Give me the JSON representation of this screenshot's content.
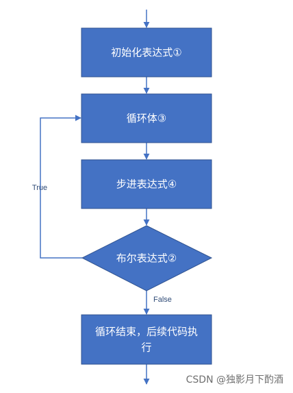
{
  "colors": {
    "box_fill": "#4472C4",
    "box_stroke": "#2F528F",
    "arrow": "#4472C4",
    "box_text": "#ffffff",
    "edge_label": "#2e4a76"
  },
  "nodes": {
    "init": "初始化表达式①",
    "body": "循环体③",
    "step": "步进表达式④",
    "cond": "布尔表达式②",
    "end_line1": "循环结束，后续代码执",
    "end_line2": "行"
  },
  "edges": {
    "true_label": "True",
    "false_label": "False"
  },
  "watermark": "CSDN @独影月下酌酒"
}
